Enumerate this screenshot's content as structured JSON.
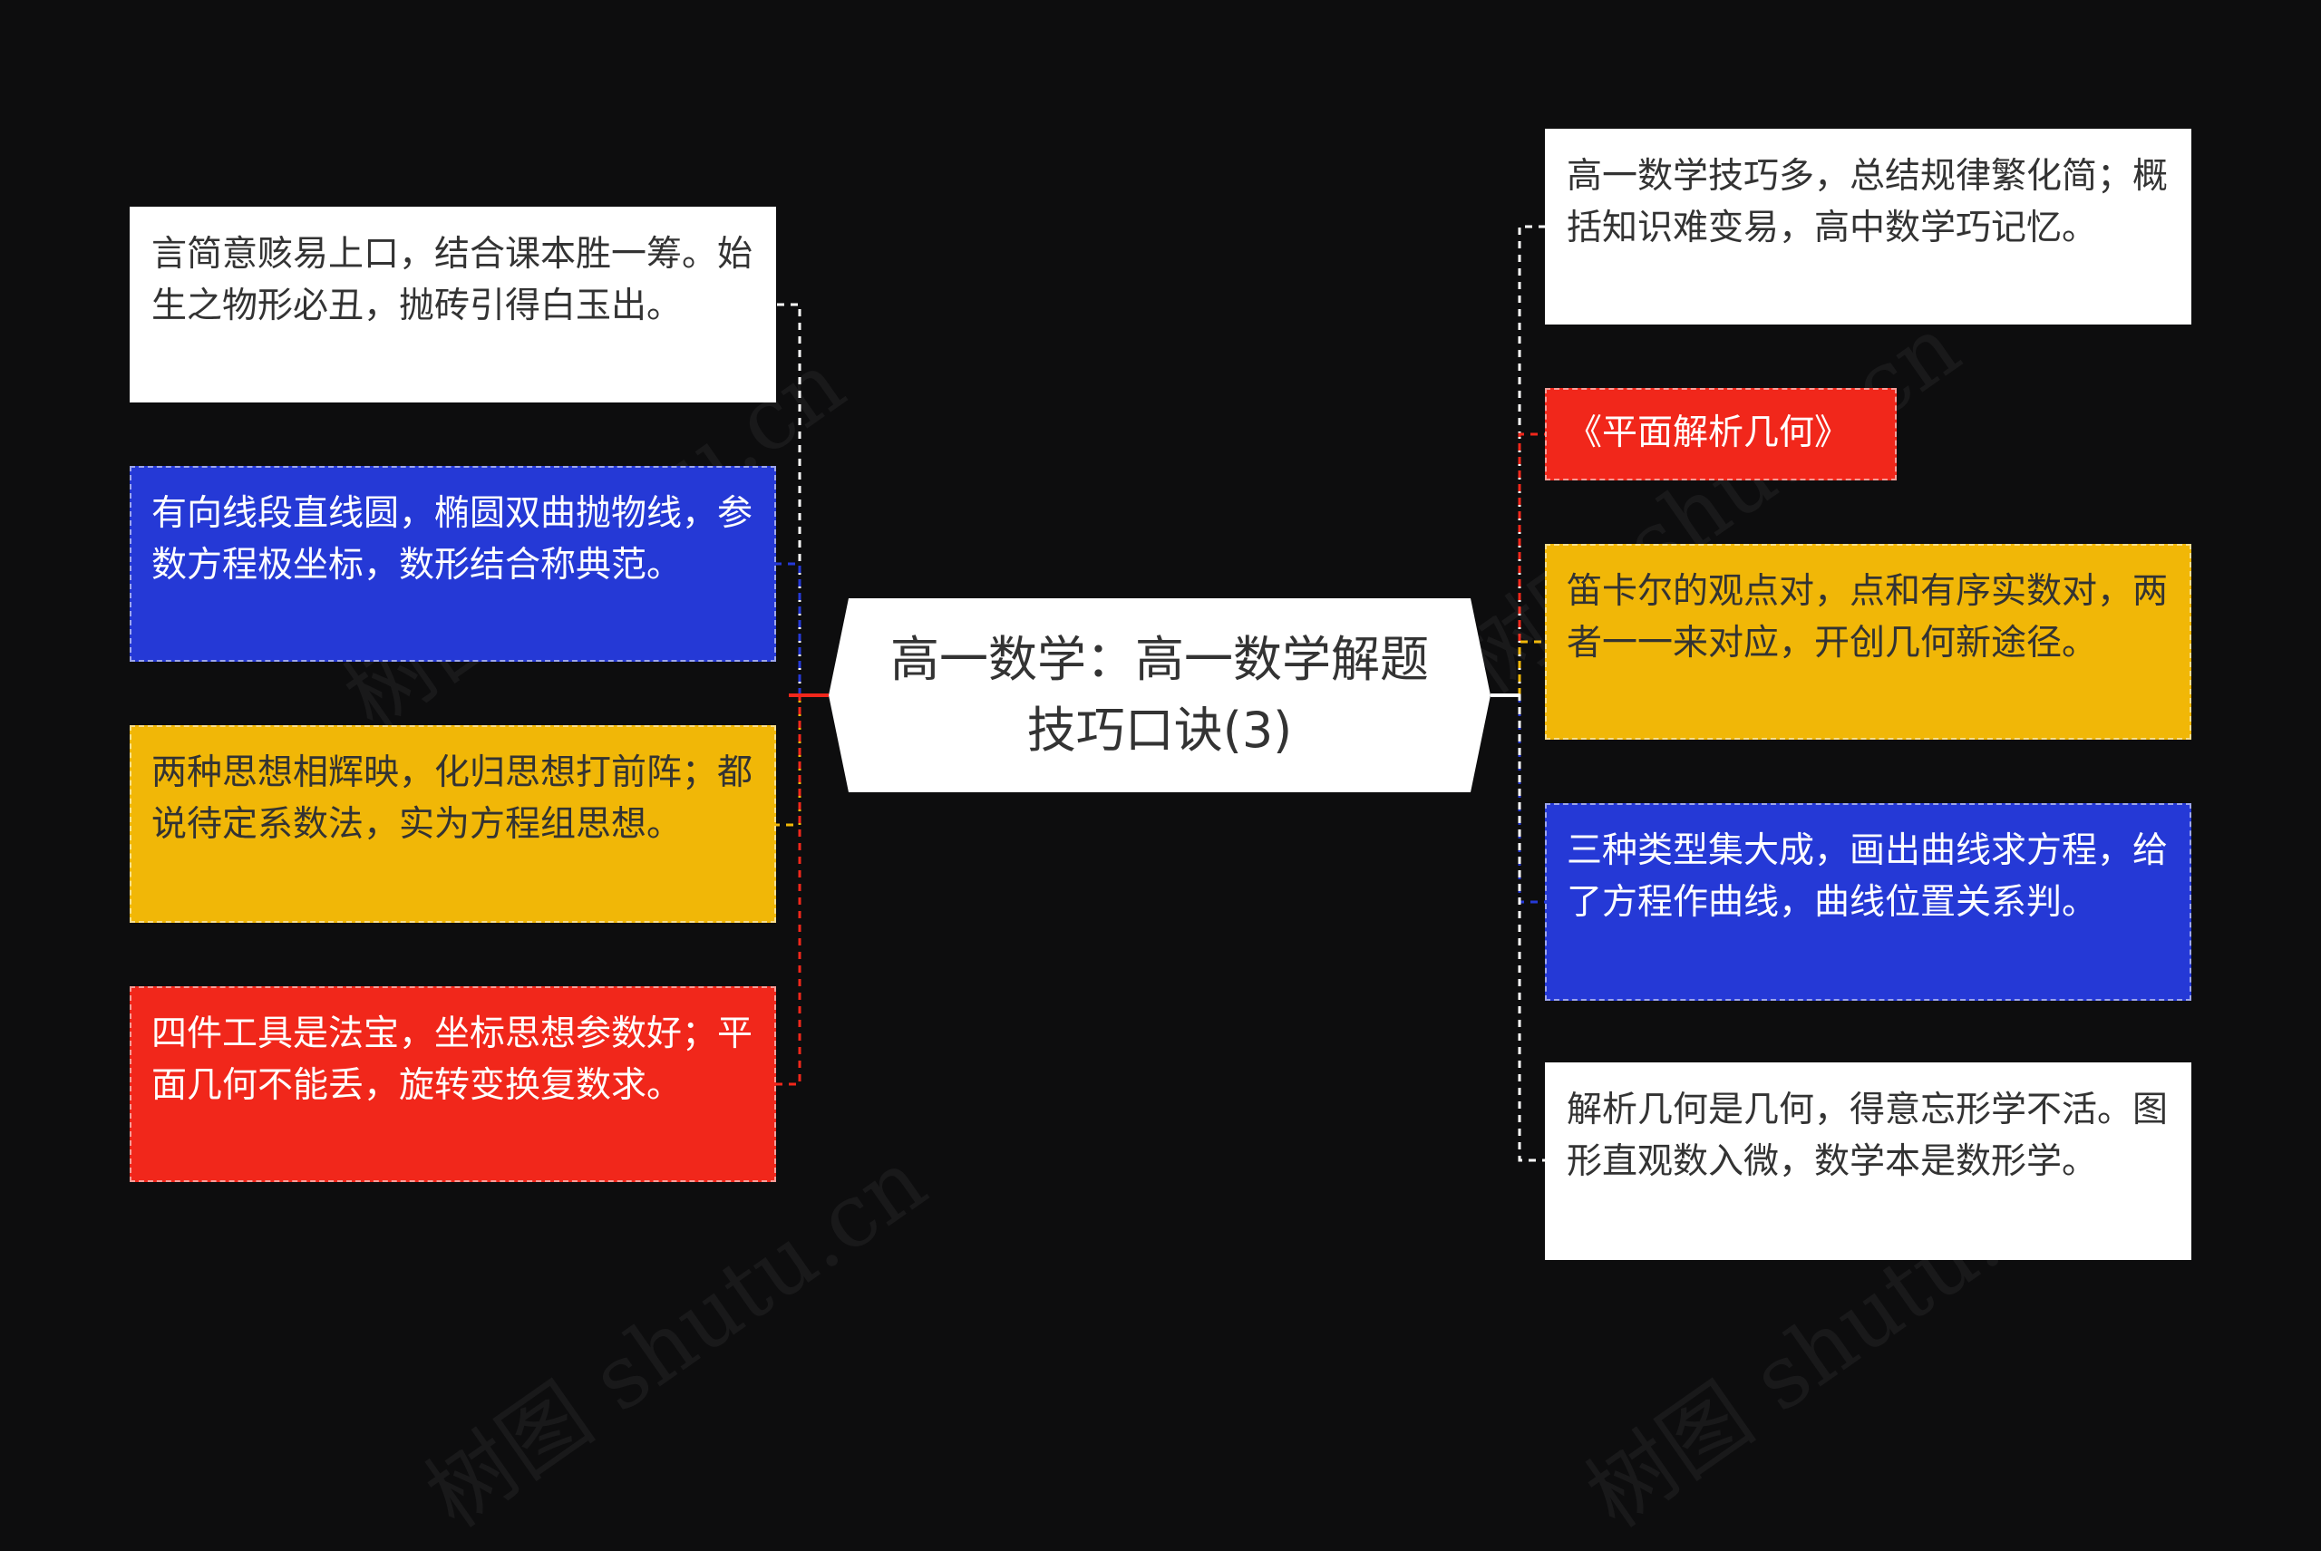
{
  "center": {
    "title": "高一数学：高一数学解题技巧口诀(3)"
  },
  "left_nodes": [
    {
      "text": "言简意赅易上口，结合课本胜一筹。始生之物形必丑，抛砖引得白玉出。",
      "color": "white"
    },
    {
      "text": "有向线段直线圆，椭圆双曲抛物线，参数方程极坐标，数形结合称典范。",
      "color": "blue"
    },
    {
      "text": "两种思想相辉映，化归思想打前阵；都说待定系数法，实为方程组思想。",
      "color": "yellow"
    },
    {
      "text": "四件工具是法宝，坐标思想参数好；平面几何不能丢，旋转变换复数求。",
      "color": "red"
    }
  ],
  "right_nodes": [
    {
      "text": "高一数学技巧多，总结规律繁化简；概括知识难变易，高中数学巧记忆。",
      "color": "white"
    },
    {
      "text": "《平面解析几何》",
      "color": "red"
    },
    {
      "text": "笛卡尔的观点对，点和有序实数对，两者一一来对应，开创几何新途径。",
      "color": "yellow"
    },
    {
      "text": "三种类型集大成，画出曲线求方程，给了方程作曲线，曲线位置关系判。",
      "color": "blue"
    },
    {
      "text": "解析几何是几何，得意忘形学不活。图形直观数入微，数学本是数形学。",
      "color": "white"
    }
  ],
  "colors": {
    "white": "#ffffff",
    "blue": "#2539d6",
    "yellow": "#f1b707",
    "red": "#f1271b",
    "background": "#0d0d0e"
  }
}
